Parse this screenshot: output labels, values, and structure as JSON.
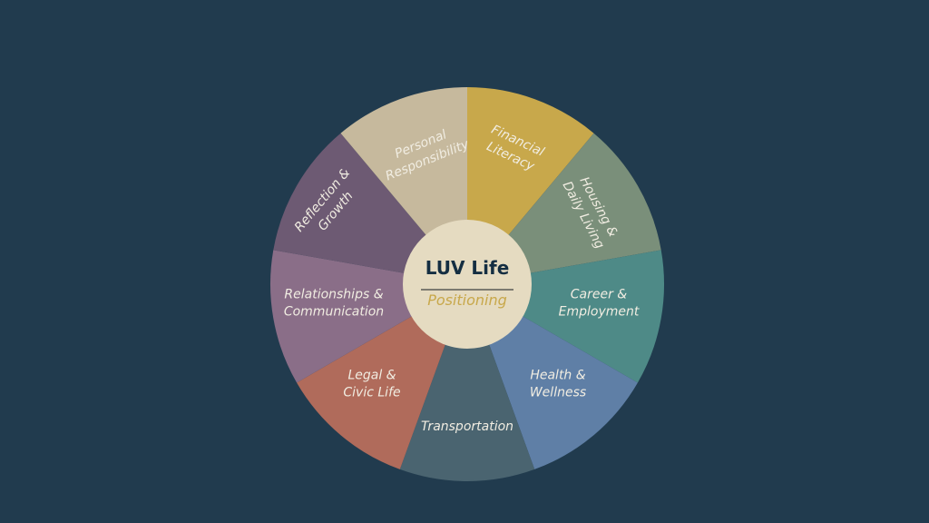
{
  "center": {
    "title": "LUV Life",
    "subtitle": "Positioning"
  },
  "colors": {
    "background": "#213b4e",
    "center": "#e5dbc1",
    "title": "#142e42",
    "subtitle": "#c8a84b"
  },
  "segments": [
    {
      "lines": [
        "Financial",
        "Literacy"
      ],
      "color": "#c8a84b"
    },
    {
      "lines": [
        "Housing &",
        "Daily Living"
      ],
      "color": "#7a8f7a"
    },
    {
      "lines": [
        "Career &",
        "Employment"
      ],
      "color": "#4e8a87"
    },
    {
      "lines": [
        "Health &",
        "Wellness"
      ],
      "color": "#5f7fa6"
    },
    {
      "lines": [
        "Transportation"
      ],
      "color": "#4a6470"
    },
    {
      "lines": [
        "Legal &",
        "Civic Life"
      ],
      "color": "#b06b5b"
    },
    {
      "lines": [
        "Relationships &",
        "Communication"
      ],
      "color": "#8a6e88"
    },
    {
      "lines": [
        "Reflection &",
        "Growth"
      ],
      "color": "#6d5a73"
    },
    {
      "lines": [
        "Personal",
        "Responsibility"
      ],
      "color": "#c6b99d"
    }
  ]
}
